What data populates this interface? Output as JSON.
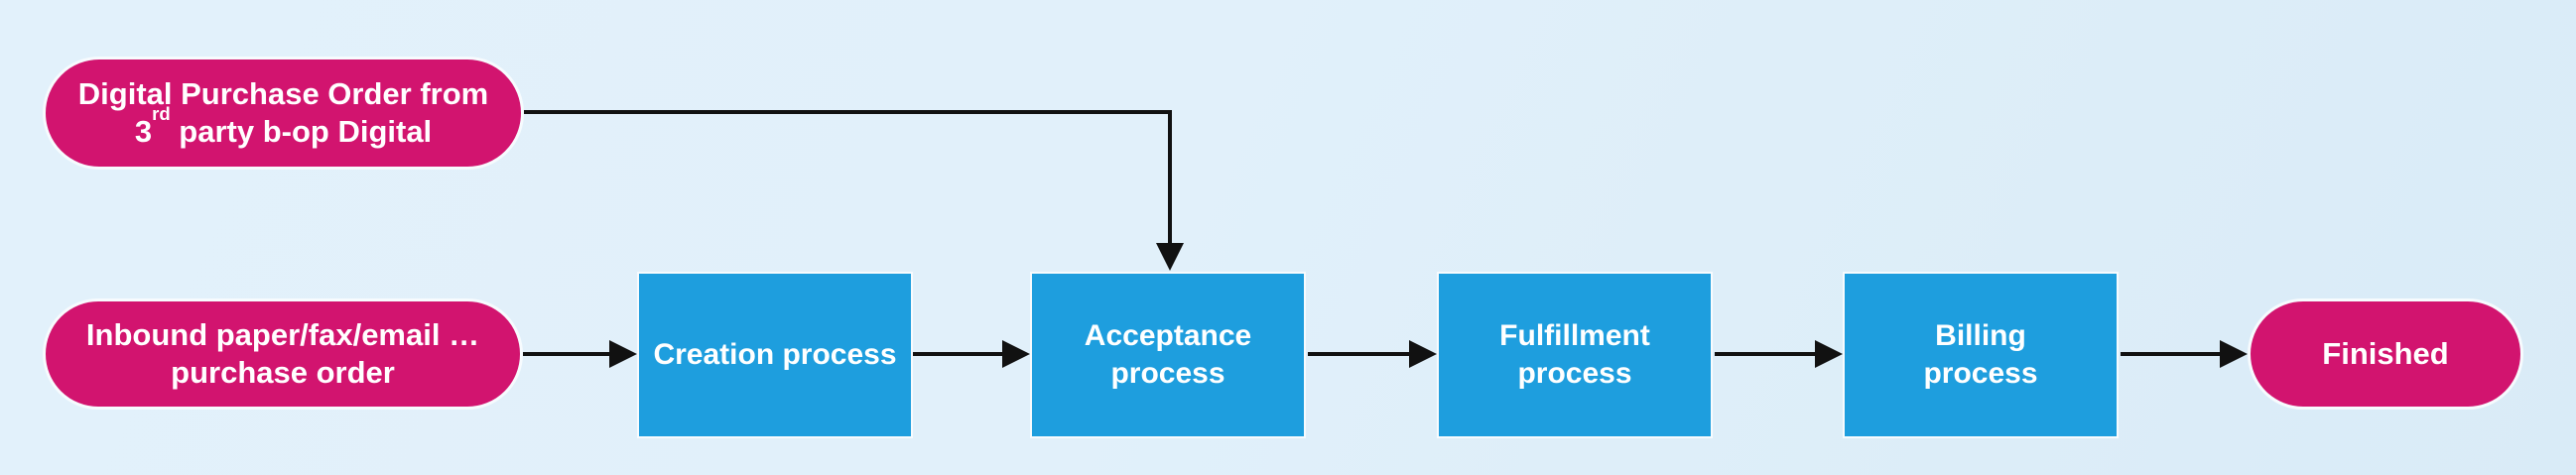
{
  "colors": {
    "background": "#E1F0FA",
    "terminal_pill": "#D2146F",
    "process_box": "#1E9EDE",
    "arrow": "#111111",
    "text": "#FFFFFF"
  },
  "nodes": {
    "digital_po": {
      "line1": "Digital Purchase Order from",
      "line2_base": "3",
      "line2_sup": "rd",
      "line2_rest": " party b-op Digital"
    },
    "inbound": {
      "line1": "Inbound paper/fax/email …",
      "line2": "purchase order"
    },
    "creation": {
      "label": "Creation process"
    },
    "acceptance": {
      "line1": "Acceptance",
      "line2": "process"
    },
    "fulfillment": {
      "line1": "Fulfillment",
      "line2": "process"
    },
    "billing": {
      "line1": "Billing",
      "line2": "process"
    },
    "finished": {
      "label": "Finished"
    }
  }
}
